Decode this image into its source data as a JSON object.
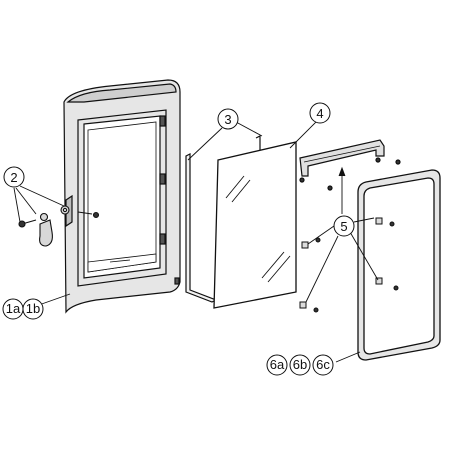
{
  "callouts": {
    "c1a": "1a",
    "c1b": "1b",
    "c2": "2",
    "c3": "3",
    "c4": "4",
    "c5": "5",
    "c6a": "6a",
    "c6b": "6b",
    "c6c": "6c"
  },
  "colors": {
    "line": "#111111",
    "frame_fill": "#e6e6e6",
    "frame_dark": "#9a9a9a",
    "glass_fill": "#ffffff"
  }
}
